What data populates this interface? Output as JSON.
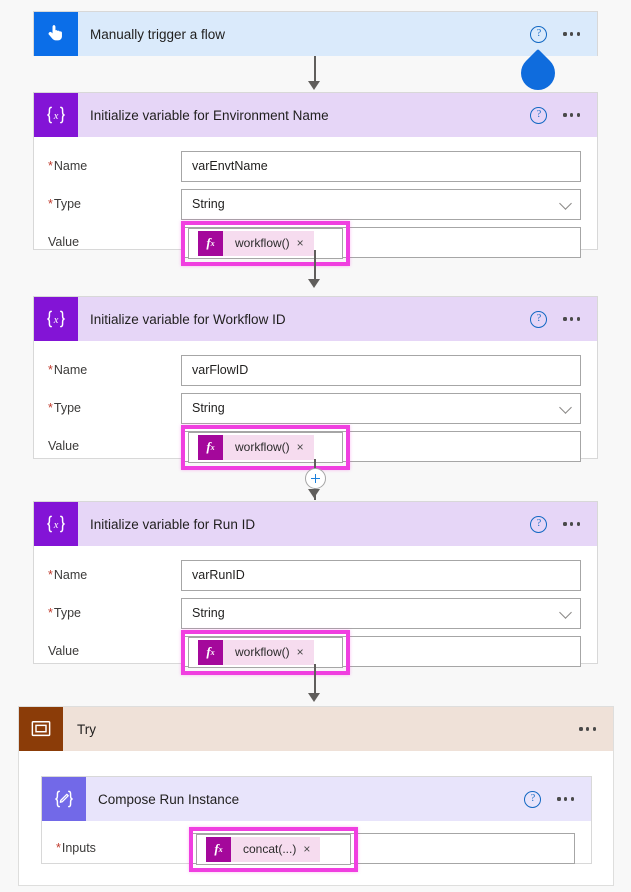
{
  "flow": {
    "trigger": {
      "icon": "tap-hand-icon",
      "title": "Manually trigger a flow",
      "help_label": "?",
      "accent": "#0b6ee8",
      "header_bg": "#daeafb"
    },
    "actions": [
      {
        "id": "init-envt-name",
        "icon": "variable-braces-x-icon",
        "title": "Initialize variable for Environment Name",
        "accent": "#8314d6",
        "header_bg": "#e6d6f7",
        "fields": [
          {
            "label": "Name",
            "required": true,
            "type": "text",
            "value": "varEnvtName"
          },
          {
            "label": "Type",
            "required": true,
            "type": "select",
            "value": "String"
          },
          {
            "label": "Value",
            "required": false,
            "type": "token",
            "token": "workflow()",
            "highlighted": true
          }
        ]
      },
      {
        "id": "init-workflow-id",
        "icon": "variable-braces-x-icon",
        "title": "Initialize variable for Workflow ID",
        "accent": "#8314d6",
        "header_bg": "#e6d6f7",
        "fields": [
          {
            "label": "Name",
            "required": true,
            "type": "text",
            "value": "varFlowID"
          },
          {
            "label": "Type",
            "required": true,
            "type": "select",
            "value": "String"
          },
          {
            "label": "Value",
            "required": false,
            "type": "token",
            "token": "workflow()",
            "highlighted": true
          }
        ]
      },
      {
        "id": "init-run-id",
        "icon": "variable-braces-x-icon",
        "title": "Initialize variable for Run ID",
        "accent": "#8314d6",
        "header_bg": "#e6d6f7",
        "fields": [
          {
            "label": "Name",
            "required": true,
            "type": "text",
            "value": "varRunID"
          },
          {
            "label": "Type",
            "required": true,
            "type": "select",
            "value": "String"
          },
          {
            "label": "Value",
            "required": false,
            "type": "token",
            "token": "workflow()",
            "highlighted": true
          }
        ]
      }
    ],
    "scope": {
      "id": "try-scope",
      "icon": "scope-frame-icon",
      "title": "Try",
      "accent": "#8b3c08",
      "header_bg": "#efe1d8",
      "child": {
        "id": "compose-run-instance",
        "icon": "compose-pencil-braces-icon",
        "title": "Compose Run Instance",
        "accent": "#7269e8",
        "header_bg": "#e8e4fb",
        "fields": [
          {
            "label": "Inputs",
            "required": true,
            "type": "token",
            "token": "concat(...)",
            "token_base": "concat(",
            "token_dots": "...",
            "token_tail": ")",
            "highlighted": true
          }
        ]
      }
    },
    "insert_button": {
      "label": "+",
      "name": "insert-new-step-button"
    },
    "token_close_label": "×",
    "fx_label": "f",
    "fx_sub": "x",
    "cursor": {
      "name": "pointer-teardrop",
      "color": "#0f6cdd"
    },
    "highlight_color": "#f03fe0"
  }
}
